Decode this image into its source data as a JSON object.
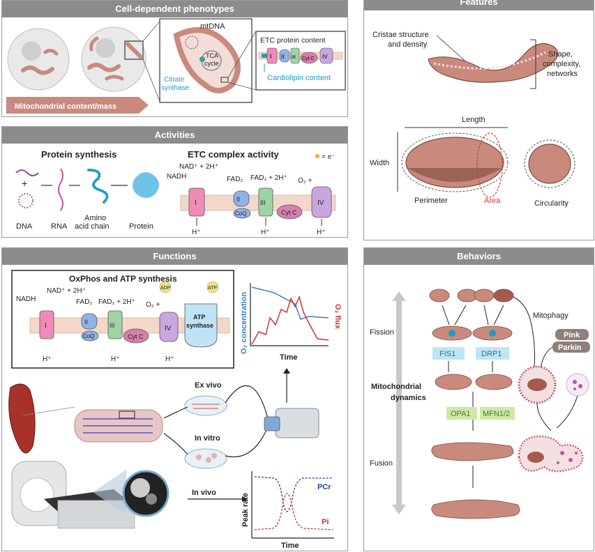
{
  "panels": {
    "cell": {
      "title": "Cell-dependent phenotypes",
      "arrow_label": "Mitochondrial content/mass",
      "mtdna": "mtDNA",
      "tca_1": "TCA",
      "tca_2": "cycle",
      "citrate_1": "Citrate",
      "citrate_2": "synthase",
      "etc_content": "ETC protein content",
      "cardiolipin": "Cardiolipin content"
    },
    "features": {
      "title": "Features",
      "cristae_1": "Cristae structure",
      "cristae_2": "and density",
      "shape_1": "Shape,",
      "shape_2": "complexity,",
      "shape_3": "networks",
      "length": "Length",
      "width": "Width",
      "perimeter": "Perimeter",
      "area": "Area",
      "circularity": "Circularity"
    },
    "activities": {
      "title": "Activities",
      "protein_synthesis": "Protein synthesis",
      "etc_activity": "ETC complex activity",
      "electron_legend": "= e⁻",
      "dna": "DNA",
      "rna": "RNA",
      "amino_1": "Amino",
      "amino_2": "acid chain",
      "protein": "Protein",
      "plus": "+",
      "nadh": "NADH",
      "nad": "NAD⁺ + 2H⁺",
      "fad2": "FAD₂",
      "fad2_2h": "FAD₂ + 2H⁺",
      "o2": "O₂ +",
      "hplus": "H⁺"
    },
    "functions": {
      "title": "Functions",
      "oxphos": "OxPhos and ATP synthesis",
      "adp": "ADP",
      "atp": "ATP",
      "atp_synthase_1": "ATP",
      "atp_synthase_2": "synthase",
      "o2_conc": "O₂ concentration",
      "o2_flux": "O₂ flux",
      "time": "Time",
      "ex_vivo": "Ex vivo",
      "in_vitro": "In vitro",
      "in_vivo": "In vivo",
      "peak_rate": "Peak rate",
      "pcr": "PCr",
      "pi": "Pi"
    },
    "behaviors": {
      "title": "Behaviors",
      "fission": "Fission",
      "fusion": "Fusion",
      "dynamics_1": "Mitochondrial",
      "dynamics_2": "dynamics",
      "fis1": "FIS1",
      "drp1": "DRP1",
      "opa1": "OPA1",
      "mfn": "MFN1/2",
      "mitophagy": "Mitophagy",
      "pink": "Pink",
      "parkin": "Parkin"
    }
  },
  "complexes": {
    "c1": "I",
    "c2": "II",
    "c3": "III",
    "c4": "IV",
    "coq": "CoQ",
    "cytc": "Cyt C"
  },
  "colors": {
    "header": "#8c8c8c",
    "mito": "#c98a7d",
    "mito_dark": "#7d4a3f",
    "c1": "#f08bb8",
    "c2": "#8fb3e6",
    "c3": "#9fd4a2",
    "cytc": "#d77fb0",
    "c4": "#c9a6e0",
    "accent_blue": "#1f9bc7",
    "fis_box": "#bfe6f4",
    "opa_box": "#cfe8a8",
    "pink_box": "#8f7f7a"
  }
}
